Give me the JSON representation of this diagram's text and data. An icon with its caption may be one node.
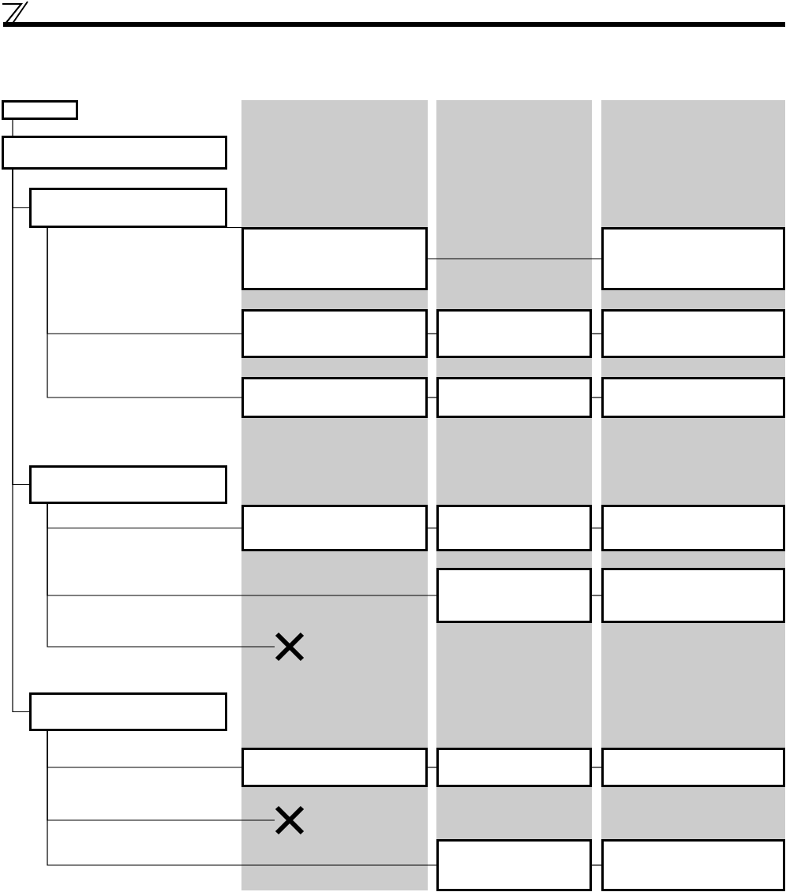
{
  "diagram": {
    "nodes": [
      {
        "text": [],
        "shape": "box"
      },
      {
        "text": [],
        "shape": "box"
      },
      {
        "text": [],
        "shape": "box"
      },
      {
        "text": [],
        "shape": "box"
      },
      {
        "text": [],
        "shape": "box"
      },
      {
        "text": [],
        "shape": "box"
      },
      {
        "text": [],
        "shape": "box"
      },
      {
        "text": [],
        "shape": "box"
      },
      {
        "text": [],
        "shape": "box"
      },
      {
        "text": [],
        "shape": "box"
      },
      {
        "text": [],
        "shape": "box"
      },
      {
        "text": [],
        "shape": "box"
      },
      {
        "text": [],
        "shape": "box"
      },
      {
        "text": [],
        "shape": "box"
      },
      {
        "text": [],
        "shape": "box"
      },
      {
        "text": [],
        "shape": "box"
      },
      {
        "text": [],
        "shape": "box"
      },
      {
        "text": [],
        "shape": "cross"
      },
      {
        "text": [],
        "shape": "box"
      },
      {
        "text": [],
        "shape": "box"
      },
      {
        "text": [],
        "shape": "box"
      },
      {
        "text": [],
        "shape": "box"
      },
      {
        "text": [],
        "shape": "cross"
      },
      {
        "text": [],
        "shape": "box"
      },
      {
        "text": [],
        "shape": "box"
      }
    ],
    "edges": [
      {
        "from": 0,
        "to": 1,
        "arrow": "none"
      },
      {
        "from": 1,
        "to": 2,
        "arrow": "none"
      },
      {
        "from": 1,
        "to": 11,
        "arrow": "none"
      },
      {
        "from": 1,
        "to": 18,
        "arrow": "none"
      },
      {
        "from": 2,
        "to": 3,
        "arrow": "none"
      },
      {
        "from": 2,
        "to": 5,
        "arrow": "none"
      },
      {
        "from": 2,
        "to": 8,
        "arrow": "none"
      },
      {
        "from": 3,
        "to": 4,
        "arrow": "none"
      },
      {
        "from": 5,
        "to": 6,
        "arrow": "none"
      },
      {
        "from": 6,
        "to": 7,
        "arrow": "none"
      },
      {
        "from": 8,
        "to": 9,
        "arrow": "none"
      },
      {
        "from": 9,
        "to": 10,
        "arrow": "none"
      },
      {
        "from": 11,
        "to": 12,
        "arrow": "none"
      },
      {
        "from": 11,
        "to": 15,
        "arrow": "none"
      },
      {
        "from": 11,
        "to": 17,
        "arrow": "none"
      },
      {
        "from": 12,
        "to": 13,
        "arrow": "none"
      },
      {
        "from": 13,
        "to": 14,
        "arrow": "none"
      },
      {
        "from": 15,
        "to": 16,
        "arrow": "none"
      },
      {
        "from": 18,
        "to": 19,
        "arrow": "none"
      },
      {
        "from": 18,
        "to": 22,
        "arrow": "none"
      },
      {
        "from": 18,
        "to": 23,
        "arrow": "none"
      },
      {
        "from": 19,
        "to": 20,
        "arrow": "none"
      },
      {
        "from": 20,
        "to": 21,
        "arrow": "none"
      },
      {
        "from": 23,
        "to": 24,
        "arrow": "none"
      }
    ]
  }
}
